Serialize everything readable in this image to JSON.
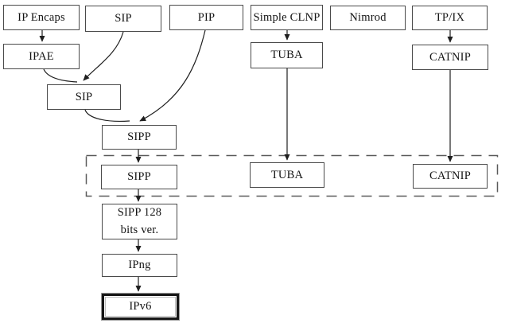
{
  "diagram": {
    "title_semantic": "IPv6 proposal evolution flowchart",
    "nodes": {
      "ip_encaps": "IP Encaps",
      "sip_top": "SIP",
      "pip": "PIP",
      "simple_clnp": "Simple CLNP",
      "nimrod": "Nimrod",
      "tpix": "TP/IX",
      "ipae": "IPAE",
      "tuba": "TUBA",
      "catnip": "CATNIP",
      "sip_merged": "SIP",
      "sipp": "SIPP",
      "sipp_dashed": "SIPP",
      "tuba_dashed": "TUBA",
      "catnip_dashed": "CATNIP",
      "sipp128_line1": "SIPP 128",
      "sipp128_line2": "bits ver.",
      "ipng": "IPng",
      "ipv6": "IPv6"
    },
    "colors": {
      "box_border": "#4a4a4a",
      "final_border": "#161616",
      "arrow": "#1f1f1f",
      "dashed_region": "#5a5a5a",
      "background": "#ffffff",
      "text": "#141414"
    }
  }
}
